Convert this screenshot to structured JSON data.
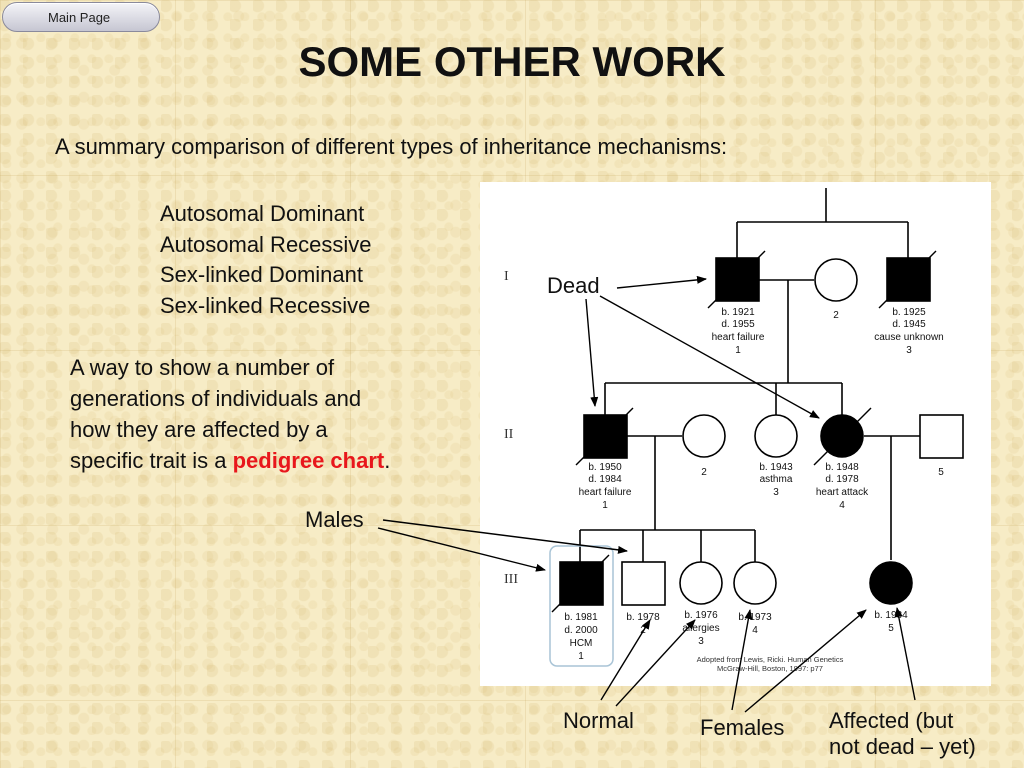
{
  "nav": {
    "main_page": "Main Page"
  },
  "title": "SOME OTHER WORK",
  "subtitle": "A summary comparison of different types of inheritance mechanisms:",
  "mechanisms": [
    "Autosomal Dominant",
    "Autosomal Recessive",
    "Sex-linked Dominant",
    "Sex-linked Recessive"
  ],
  "paragraph": {
    "lines": [
      "A way to show a number of",
      "generations of individuals and",
      "how they are affected by a"
    ],
    "last_prefix": "specific trait is a ",
    "highlight": "pedigree chart",
    "suffix": "."
  },
  "annotations": {
    "dead": "Dead",
    "males": "Males",
    "normal": "Normal",
    "females": "Females",
    "affected_line1": "Affected (but",
    "affected_line2": "not dead – yet)"
  },
  "pedigree": {
    "generations": [
      "I",
      "II",
      "III"
    ],
    "gen1": {
      "ind1": [
        "b. 1921",
        "d. 1955",
        "heart failure",
        "1"
      ],
      "ind2": [
        "2"
      ],
      "ind3": [
        "b. 1925",
        "d. 1945",
        "cause unknown",
        "3"
      ]
    },
    "gen2": {
      "ind1": [
        "b. 1950",
        "d. 1984",
        "heart failure",
        "1"
      ],
      "ind2": [
        "2"
      ],
      "ind3": [
        "b. 1943",
        "asthma",
        "3"
      ],
      "ind4": [
        "b. 1948",
        "d. 1978",
        "heart attack",
        "4"
      ],
      "ind5": [
        "5"
      ]
    },
    "gen3": {
      "ind1": [
        "b. 1981",
        "d. 2000",
        "HCM",
        "1"
      ],
      "ind2": [
        "b. 1978",
        "2"
      ],
      "ind3": [
        "b. 1976",
        "allergies",
        "3"
      ],
      "ind4": [
        "b. 1973",
        "4"
      ],
      "ind5": [
        "b. 1984",
        "5"
      ]
    },
    "source": [
      "Adopted from Lewis, Ricki.  Human Genetics",
      "McGraw-Hill, Boston, 1997: p77"
    ]
  },
  "colors": {
    "highlight": "#e8171c",
    "background": "#f7ecc6",
    "panel": "#ffffff"
  }
}
